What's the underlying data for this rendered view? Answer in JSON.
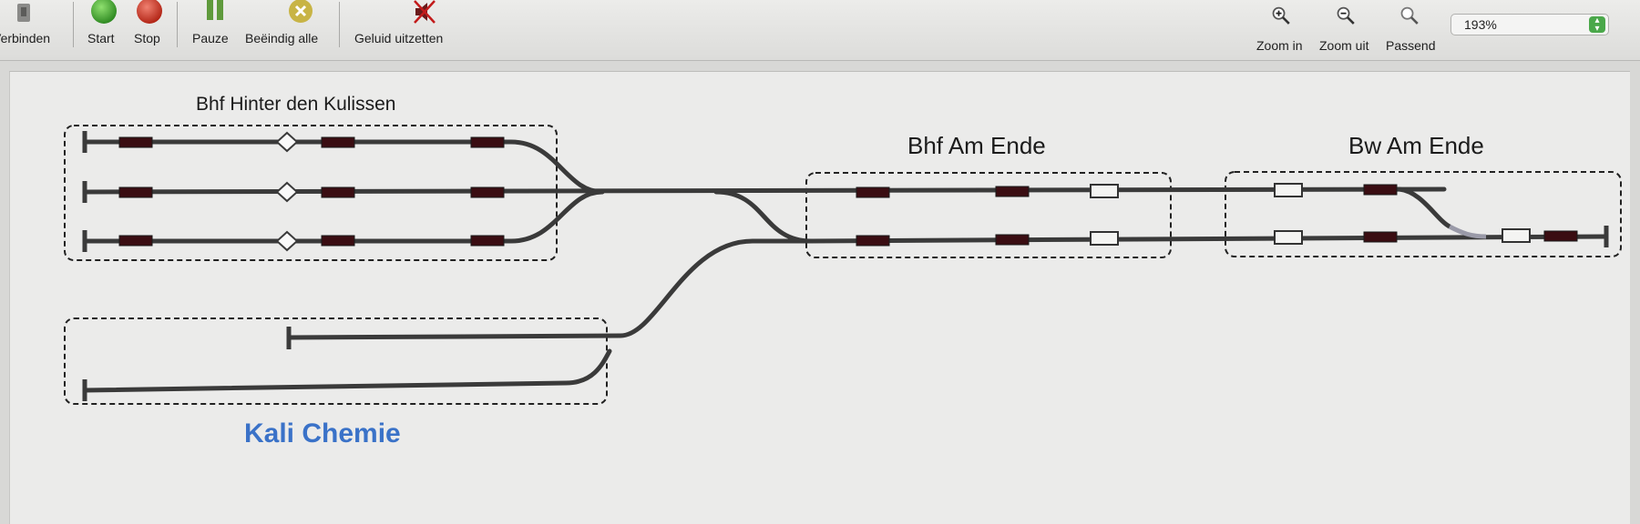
{
  "toolbar": {
    "connect_label": "Verbinden",
    "start_label": "Start",
    "stop_label": "Stop",
    "pause_label": "Pauze",
    "stop_all_label": "Beëindig alle",
    "mute_label": "Geluid uitzetten",
    "zoom_in_label": "Zoom in",
    "zoom_out_label": "Zoom uit",
    "fit_label": "Passend",
    "zoom_value": "193%",
    "icons": {
      "connect": "connect-icon",
      "start": "green-circle-icon",
      "stop": "red-circle-icon",
      "pause": "pause-icon",
      "stop_all": "cross-circle-icon",
      "mute": "speaker-muted-icon",
      "zoom_in": "magnifier-plus-icon",
      "zoom_out": "magnifier-minus-icon",
      "fit": "magnifier-icon"
    }
  },
  "layout": {
    "stations": [
      {
        "name": "Bhf Hinter den Kulissen",
        "color": "#1b1b1b"
      },
      {
        "name": "Bhf Am Ende",
        "color": "#1b1b1b"
      },
      {
        "name": "Bw Am Ende",
        "color": "#1b1b1b"
      },
      {
        "name": "Kali Chemie",
        "color": "#3a72c8"
      }
    ],
    "colors": {
      "track": "#3a3a3a",
      "occupied_block": "#3a0d12",
      "free_block_fill": "#f4f4f2",
      "group_border": "#222222",
      "inactive_track": "#9a9aa8"
    }
  }
}
